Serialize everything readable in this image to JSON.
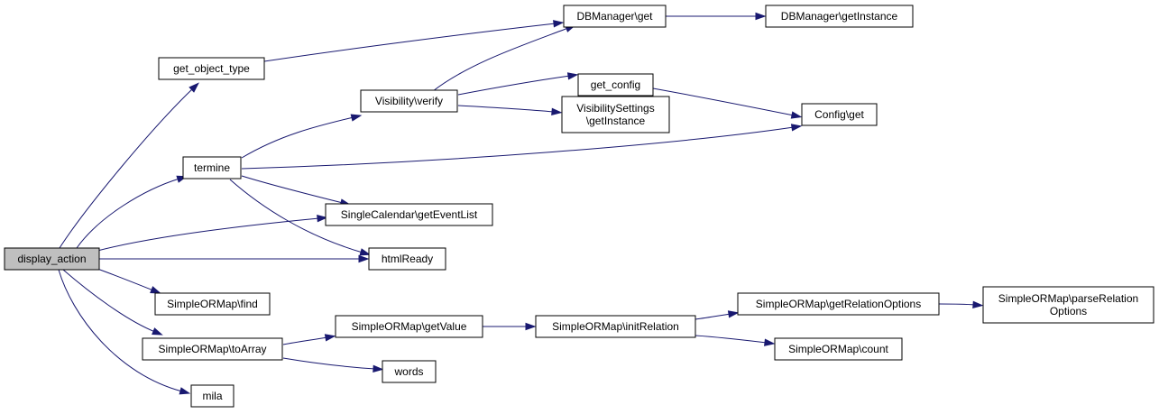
{
  "diagram": {
    "nodes": [
      {
        "id": "display_action",
        "lines": [
          "display_action"
        ],
        "root": true
      },
      {
        "id": "get_object_type",
        "lines": [
          "get_object_type"
        ]
      },
      {
        "id": "termine",
        "lines": [
          "termine"
        ]
      },
      {
        "id": "find",
        "lines": [
          "SimpleORMap\\find"
        ]
      },
      {
        "id": "toArray",
        "lines": [
          "SimpleORMap\\toArray"
        ]
      },
      {
        "id": "mila",
        "lines": [
          "mila"
        ]
      },
      {
        "id": "vis_verify",
        "lines": [
          "Visibility\\verify"
        ]
      },
      {
        "id": "getEventList",
        "lines": [
          "SingleCalendar\\getEventList"
        ]
      },
      {
        "id": "htmlReady",
        "lines": [
          "htmlReady"
        ]
      },
      {
        "id": "getValue",
        "lines": [
          "SimpleORMap\\getValue"
        ]
      },
      {
        "id": "words",
        "lines": [
          "words"
        ]
      },
      {
        "id": "db_get",
        "lines": [
          "DBManager\\get"
        ]
      },
      {
        "id": "get_config",
        "lines": [
          "get_config"
        ]
      },
      {
        "id": "vs_getInstance",
        "lines": [
          "VisibilitySettings",
          "\\getInstance"
        ]
      },
      {
        "id": "initRelation",
        "lines": [
          "SimpleORMap\\initRelation"
        ]
      },
      {
        "id": "db_getInstance",
        "lines": [
          "DBManager\\getInstance"
        ]
      },
      {
        "id": "config_get",
        "lines": [
          "Config\\get"
        ]
      },
      {
        "id": "getRelationOptions",
        "lines": [
          "SimpleORMap\\getRelationOptions"
        ]
      },
      {
        "id": "count",
        "lines": [
          "SimpleORMap\\count"
        ]
      },
      {
        "id": "parseRelationOptions",
        "lines": [
          "SimpleORMap\\parseRelation",
          "Options"
        ]
      }
    ],
    "edges": [
      {
        "from": "display_action",
        "to": "get_object_type"
      },
      {
        "from": "display_action",
        "to": "termine"
      },
      {
        "from": "display_action",
        "to": "getEventList"
      },
      {
        "from": "display_action",
        "to": "htmlReady"
      },
      {
        "from": "display_action",
        "to": "find"
      },
      {
        "from": "display_action",
        "to": "toArray"
      },
      {
        "from": "display_action",
        "to": "mila"
      },
      {
        "from": "get_object_type",
        "to": "db_get"
      },
      {
        "from": "termine",
        "to": "vis_verify"
      },
      {
        "from": "termine",
        "to": "config_get"
      },
      {
        "from": "termine",
        "to": "getEventList"
      },
      {
        "from": "termine",
        "to": "htmlReady"
      },
      {
        "from": "vis_verify",
        "to": "db_get"
      },
      {
        "from": "vis_verify",
        "to": "get_config"
      },
      {
        "from": "vis_verify",
        "to": "vs_getInstance"
      },
      {
        "from": "db_get",
        "to": "db_getInstance"
      },
      {
        "from": "get_config",
        "to": "config_get"
      },
      {
        "from": "toArray",
        "to": "getValue"
      },
      {
        "from": "toArray",
        "to": "words"
      },
      {
        "from": "getValue",
        "to": "initRelation"
      },
      {
        "from": "initRelation",
        "to": "getRelationOptions"
      },
      {
        "from": "initRelation",
        "to": "count"
      },
      {
        "from": "getRelationOptions",
        "to": "parseRelationOptions"
      }
    ],
    "colors": {
      "edge": "#191970",
      "root_fill": "#bfbfbf",
      "node_fill": "#ffffff",
      "border": "#000000"
    }
  }
}
